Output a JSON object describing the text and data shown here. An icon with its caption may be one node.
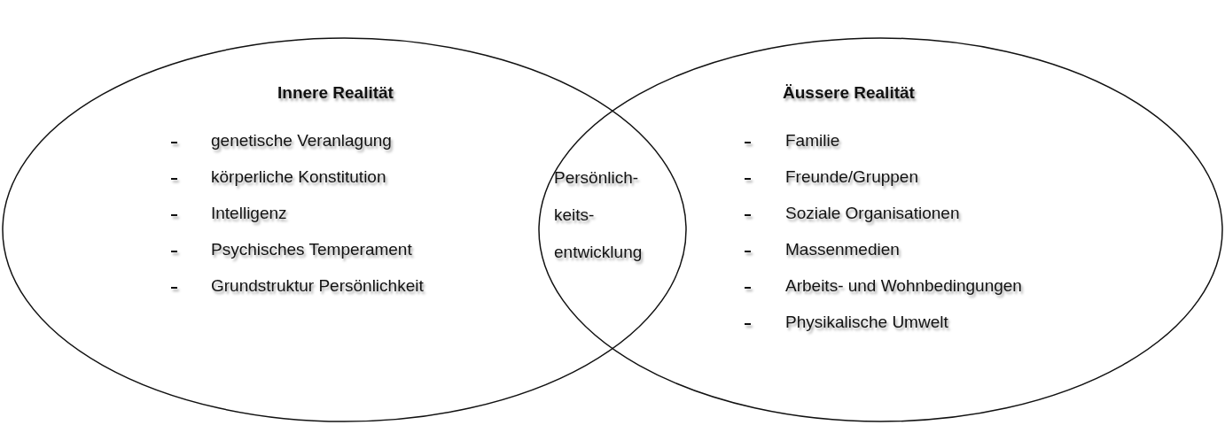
{
  "diagram": {
    "nodes": [
      {
        "text": [
          "Innere Realität",
          "genetische Veranlagung",
          "körperliche Konstitution",
          "Intelligenz",
          "Psychisches Temperament",
          "Grundstruktur Persönlichkeit"
        ]
      },
      {
        "text": [
          "Äussere Realität",
          "Familie",
          "Freunde/Gruppen",
          "Soziale Organisationen",
          "Massenmedien",
          "Arbeits- und Wohnbedingungen",
          "Physikalische Umwelt"
        ]
      },
      {
        "text": [
          "Persönlich- keits- entwicklung"
        ]
      }
    ]
  }
}
